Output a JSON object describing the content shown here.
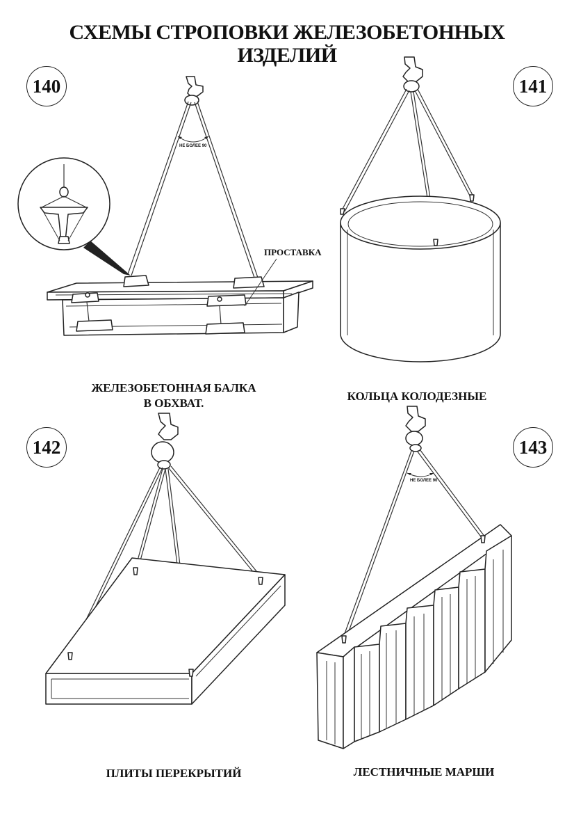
{
  "document": {
    "title_line1": "СХЕМЫ СТРОПОВКИ ЖЕЛЕЗОБЕТОННЫХ",
    "title_line2": "ИЗДЕЛИЙ"
  },
  "schemes": [
    {
      "number": "140",
      "caption_line1": "ЖЕЛЕЗОБЕТОННАЯ БАЛКА",
      "caption_line2": "В ОБХВАТ.",
      "label_spacer": "ПРОСТАВКА",
      "angle_note": "НЕ БОЛЕЕ 90"
    },
    {
      "number": "141",
      "caption_line1": "КОЛЬЦА КОЛОДЕЗНЫЕ"
    },
    {
      "number": "142",
      "caption_line1": "ПЛИТЫ ПЕРЕКРЫТИЙ"
    },
    {
      "number": "143",
      "caption_line1": "ЛЕСТНИЧНЫЕ МАРШИ",
      "angle_note": "НЕ БОЛЕЕ 90"
    }
  ]
}
